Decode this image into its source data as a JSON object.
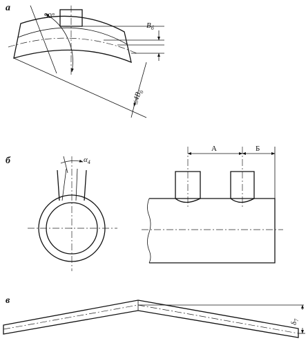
{
  "labels": {
    "a": "а",
    "b": "б",
    "v": "в"
  },
  "dims": {
    "angle_90": "90°",
    "B_main": "B",
    "B_sub": "б",
    "len_prefix": "≤4",
    "len_B": "B",
    "len_sub": "б",
    "alpha_main": "α",
    "alpha_sub": "4",
    "A": "А",
    "Bb": "Б",
    "delta_main": "δ",
    "delta_sub": "7"
  }
}
